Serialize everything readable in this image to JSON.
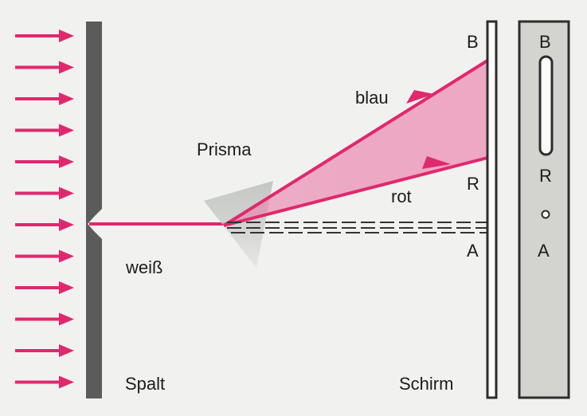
{
  "labels": {
    "slit": "Spalt",
    "white": "weiß",
    "prism": "Prisma",
    "blue": "blau",
    "red": "rot",
    "screen": "Schirm",
    "screen_B": "B",
    "screen_R": "R",
    "screen_A": "A",
    "strip_B": "B",
    "strip_R": "R",
    "strip_A": "A"
  },
  "colors": {
    "ray": "#e0286e",
    "fan": "#ee9bbd",
    "prism": "#c9cbc9",
    "slit": "#5b5b5b",
    "screen": "#3a3a3a",
    "strip": "#d3d3d0",
    "background": "#f1f1ef"
  },
  "icons": {
    "incoming_light": "arrow-right-icon",
    "ray_direction": "arrow-head-icon"
  }
}
